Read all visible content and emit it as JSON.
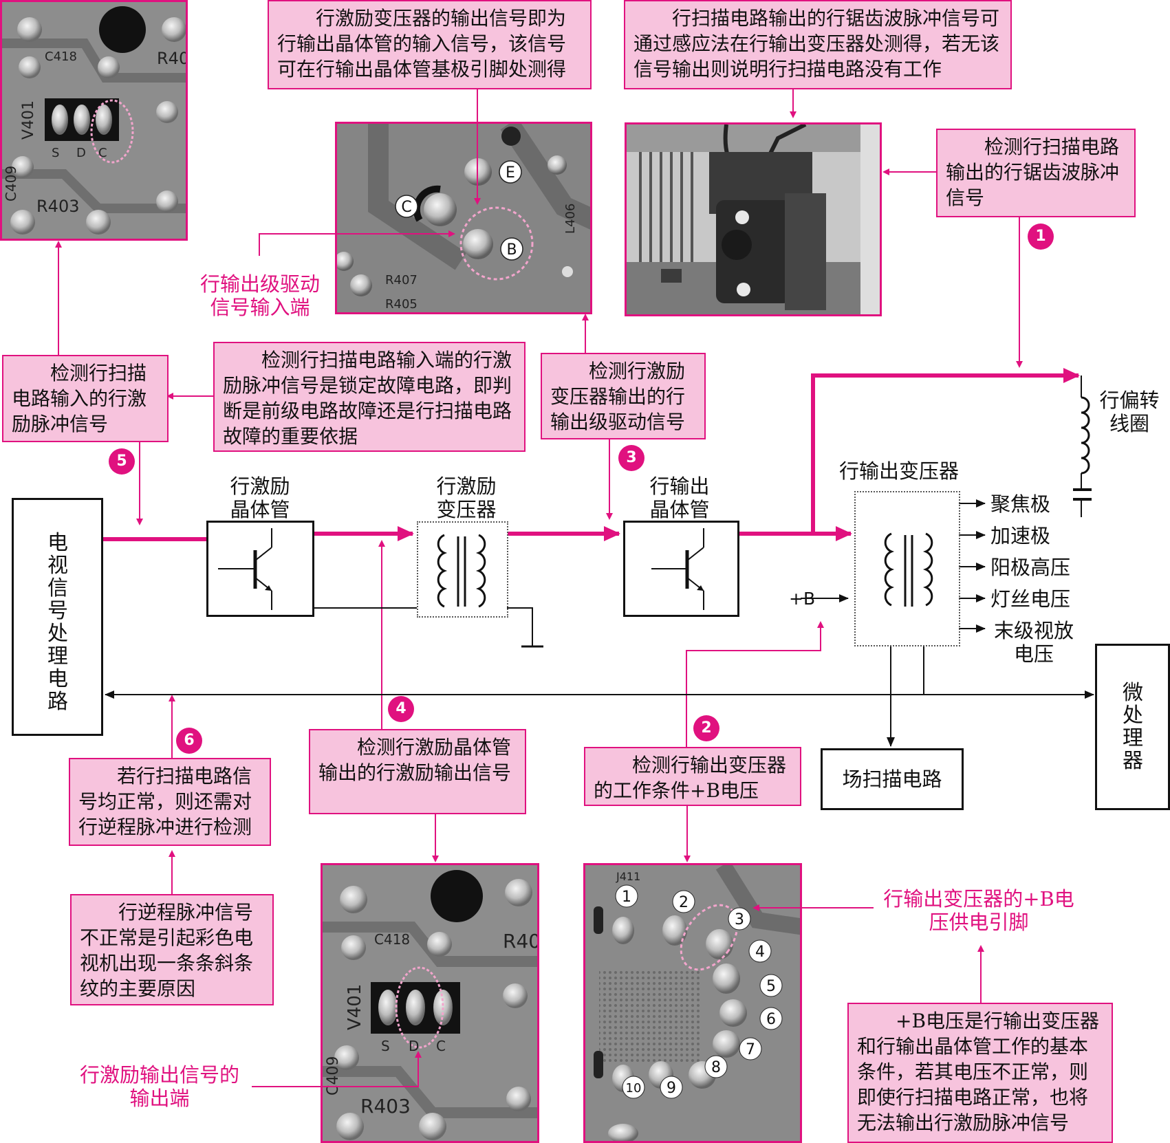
{
  "blocks": {
    "tv_signal": "电视信号处理电路",
    "driver_transistor": "行激励晶体管",
    "driver_transformer": "行激励变压器",
    "output_transistor": "行输出晶体管",
    "output_transformer": "行输出变压器",
    "deflection_coil": "行偏转线圈",
    "field_scan": "场扫描电路",
    "microprocessor": "微处理器",
    "b_plus": "+B"
  },
  "fbt_outputs": [
    "聚焦极",
    "加速极",
    "阳极高压",
    "灯丝电压",
    "末级视放电压"
  ],
  "steps": [
    "1",
    "2",
    "3",
    "4",
    "5",
    "6"
  ],
  "notes": {
    "top_center": "行激励变压器的输出信号即为行输出晶体管的输入信号，该信号可在行输出晶体管基极引脚处测得",
    "top_right": "行扫描电路输出的行锯齿波脉冲信号可通过感应法在行输出变压器处测得，若无该信号输出则说明行扫描电路没有工作",
    "step1": "检测行扫描电路输出的行锯齿波脉冲信号",
    "step5": "检测行扫描电路输入的行激励脉冲信号",
    "middle_left": "检测行扫描电路输入端的行激励脉冲信号是锁定故障电路，即判断是前级电路故障还是行扫描电路故障的重要依据",
    "step3": "检测行激励变压器输出的行输出级驱动信号",
    "step4": "检测行激励晶体管输出的行激励输出信号",
    "step2": "检测行输出变压器的工作条件+B电压",
    "step6": "若行扫描电路信号均正常，则还需对行逆程脉冲进行检测",
    "flyback_warning": "行逆程脉冲信号不正常是引起彩色电视机出现一条条斜条纹的主要原因",
    "b_plus_note": "+B电压是行输出变压器和行输出晶体管工作的基本条件，若其电压不正常，则即使行扫描电路正常，也将无法输出行激励脉冲信号"
  },
  "pink_labels": {
    "drive_input": "行输出级驱动信号输入端",
    "driver_output": "行激励输出信号的输出端",
    "fbt_pin": "行输出变压器的+B电压供电引脚"
  },
  "photo_labels": {
    "pcb_top_left": [
      "C418",
      "R40",
      "V401",
      "S",
      "D",
      "C",
      "R403",
      "C409"
    ],
    "pcb_bottom_left": [
      "C418",
      "R40",
      "V401",
      "S",
      "D",
      "C",
      "R403",
      "C409"
    ],
    "pcb_transistor": [
      "E",
      "C",
      "B",
      "R407",
      "R405",
      "L406"
    ],
    "pcb_fbt": [
      "J411",
      "1",
      "2",
      "3",
      "4",
      "5",
      "6",
      "7",
      "8",
      "9",
      "10"
    ]
  },
  "colors": {
    "accent": "#e0117f",
    "note_fill": "#f7c3dd",
    "line": "#111111"
  }
}
